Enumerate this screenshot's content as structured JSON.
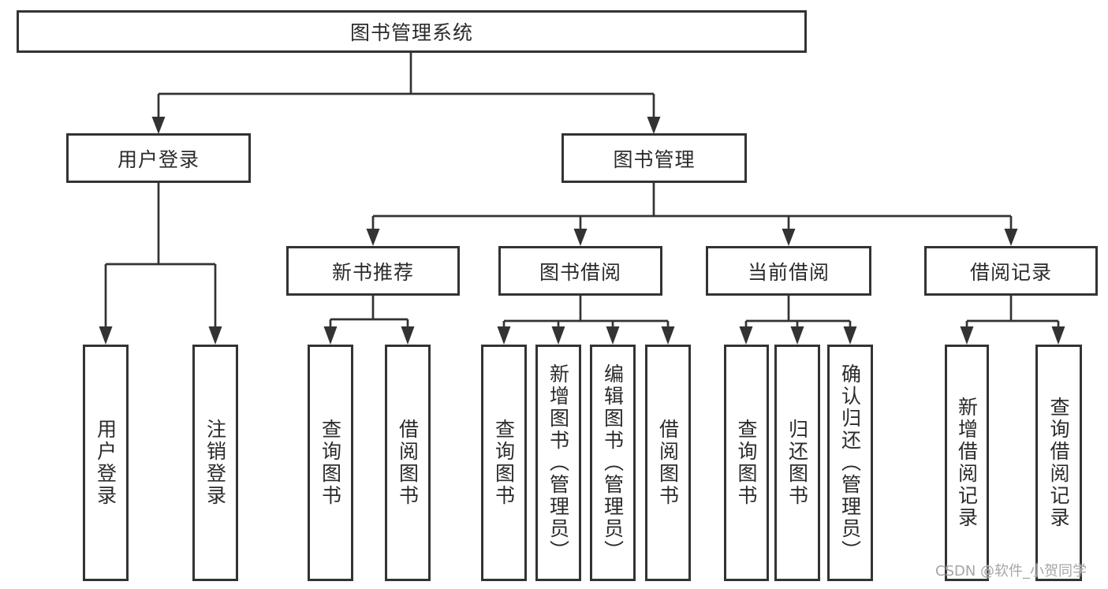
{
  "tree": {
    "root": {
      "label": "图书管理系统"
    },
    "user_login": {
      "label": "用户登录",
      "children": [
        {
          "label": "用户登录"
        },
        {
          "label": "注销登录"
        }
      ]
    },
    "book_management": {
      "label": "图书管理",
      "sections": [
        {
          "label": "新书推荐",
          "children": [
            {
              "label": "查询图书"
            },
            {
              "label": "借阅图书"
            }
          ]
        },
        {
          "label": "图书借阅",
          "children": [
            {
              "label": "查询图书"
            },
            {
              "label": "新增图书（管理员）"
            },
            {
              "label": "编辑图书（管理员）"
            },
            {
              "label": "借阅图书"
            }
          ]
        },
        {
          "label": "当前借阅",
          "children": [
            {
              "label": "查询图书"
            },
            {
              "label": "归还图书"
            },
            {
              "label": "确认归还（管理员）"
            }
          ]
        },
        {
          "label": "借阅记录",
          "children": [
            {
              "label": "新增借阅记录"
            },
            {
              "label": "查询借阅记录"
            }
          ]
        }
      ]
    }
  },
  "watermark": "CSDN @软件_小贺同学",
  "colors": {
    "line": "#333333",
    "box_border": "#333333",
    "text": "#2b2b2b",
    "watermark": "#a6a6a6",
    "background": "#ffffff"
  }
}
